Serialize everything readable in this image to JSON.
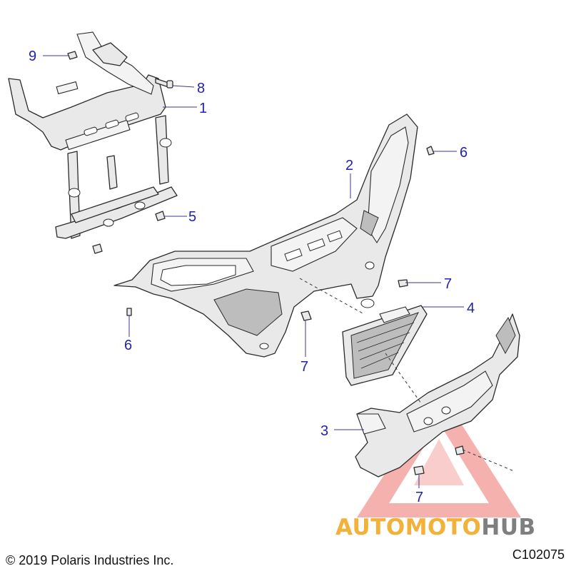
{
  "callouts": [
    "1",
    "2",
    "3",
    "4",
    "5",
    "6",
    "6",
    "7",
    "7",
    "7",
    "8",
    "9"
  ],
  "watermark": {
    "prefix": "AUTOMOTO",
    "suffix": "HUB",
    "prefix_color": "#f2b23a",
    "suffix_color": "#7f7f7f",
    "triangle_color": "#e8423a"
  },
  "copyright": "© 2019 Polaris Industries Inc.",
  "figure_code": "C102075",
  "colors": {
    "callout": "#2222aa",
    "line": "#2a2a2a"
  }
}
